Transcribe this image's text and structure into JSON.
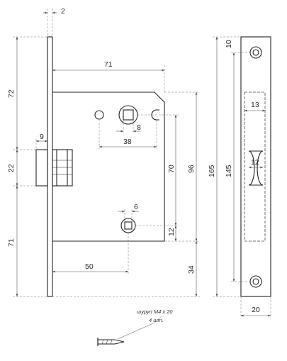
{
  "dimensions": {
    "plate_thickness": "2",
    "backset": "71",
    "top_to_body": "72",
    "latch_width": "9",
    "latch_height": "22",
    "body_to_bottom": "71",
    "square_hole": "8",
    "hole_spacing_top": "38",
    "hole_center_distance": "70",
    "body_height": "96",
    "bottom_hole": "6",
    "bottom_hole_offset": "12",
    "bottom_hole_x": "50",
    "bottom_offset": "34",
    "faceplate_height": "165",
    "screw_spacing": "145",
    "top_screw_offset": "10",
    "cutout_width": "13",
    "latch_slot_width": "12",
    "faceplate_width": "20"
  },
  "note": {
    "line1": "шуруп М4 х 20",
    "line2": "4 шт."
  }
}
